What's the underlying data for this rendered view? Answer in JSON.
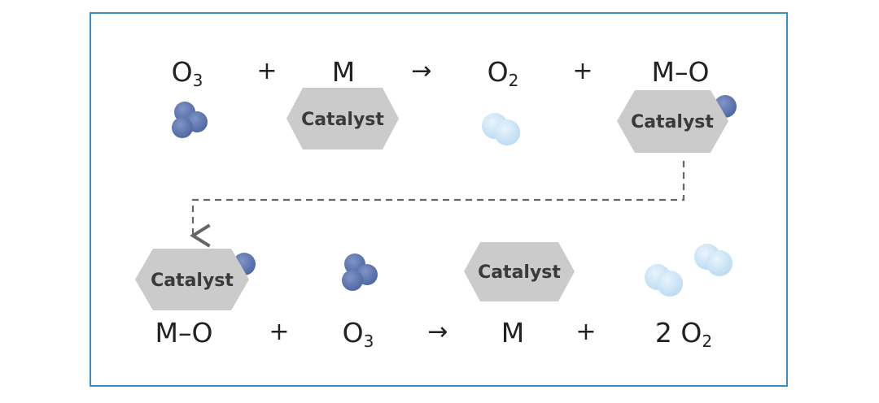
{
  "colors": {
    "frame": "#3a8ec4",
    "catalyst_fill": "#cccbcb",
    "ozone_atom": "#5b74ad",
    "oxygen_atom": "#c8e3f6",
    "dashed_line": "#666666"
  },
  "catalyst_label": "Catalyst",
  "reaction1": {
    "reactant1": {
      "formula": "O",
      "subscript": "3"
    },
    "plus1": "+",
    "reactant2": "M",
    "arrow": "→",
    "product1": {
      "formula": "O",
      "subscript": "2"
    },
    "plus2": "+",
    "product2": "M–O"
  },
  "reaction2": {
    "reactant1": "M–O",
    "plus1": "+",
    "reactant2": {
      "formula": "O",
      "subscript": "3"
    },
    "arrow": "→",
    "product1": "M",
    "plus2": "+",
    "product2": {
      "coefficient": "2",
      "formula": "O",
      "subscript": "2"
    }
  }
}
